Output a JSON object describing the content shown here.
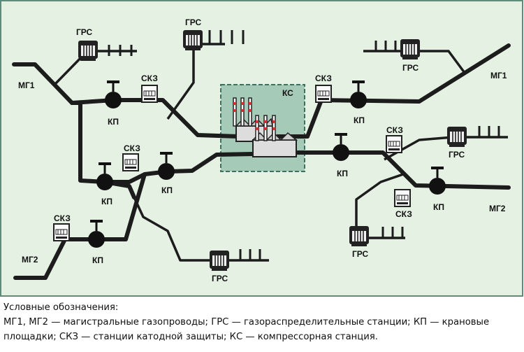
{
  "labels": {
    "mg1": "МГ1",
    "mg2": "МГ2",
    "grs": "ГРС",
    "kp": "КП",
    "skz": "СКЗ",
    "ks": "КС"
  },
  "legend": {
    "title": "Условные обозначения:",
    "line1": "МГ1, МГ2 — магистральные газопроводы; ГРС — газораспределительные станции; КП — крановые",
    "line2": "площадки; СКЗ — станции катодной защиты; КС — компрессорная станция."
  },
  "colors": {
    "background": "#e5f2e3",
    "pipe": "#1c1c1c",
    "ks_area": "#a5cab7",
    "ks_border": "#3f6f5e",
    "frame": "#5f8c7a"
  }
}
